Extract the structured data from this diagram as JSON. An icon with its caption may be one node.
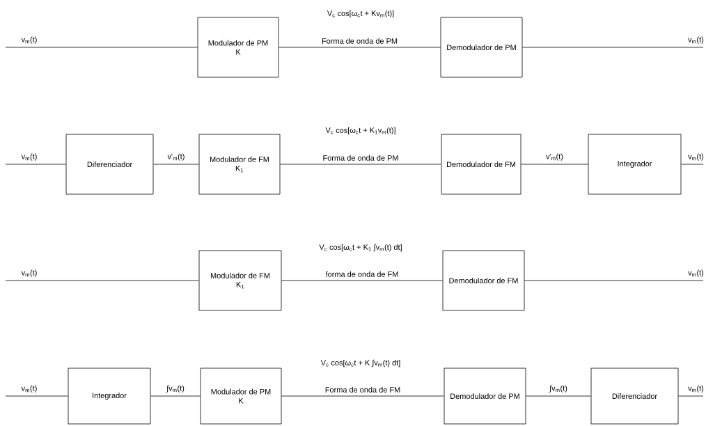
{
  "diagram": {
    "nodes": [
      {
        "text": [
          "Modulador de PM",
          "K"
        ]
      },
      {
        "text": [
          "Demodulador de PM"
        ]
      },
      {
        "text": [
          "Diferenciador"
        ]
      },
      {
        "text": [
          "Modulador de FM",
          "K$_{1}$"
        ]
      },
      {
        "text": [
          "Demodulador de FM"
        ]
      },
      {
        "text": [
          "Integrador"
        ]
      },
      {
        "text": [
          "Modulador de FM",
          "K$_{1}$"
        ]
      },
      {
        "text": [
          "Demodulador de FM"
        ]
      },
      {
        "text": [
          "Integrador"
        ]
      },
      {
        "text": [
          "Modulador de PM",
          "K"
        ]
      },
      {
        "text": [
          "Demodulador de PM"
        ]
      },
      {
        "text": [
          "Diferenciador"
        ]
      }
    ],
    "edges": [
      {
        "from": null,
        "to": 0,
        "arrow": "none",
        "label": "v$_{m}$(t)"
      },
      {
        "from": 0,
        "to": 1,
        "arrow": "none",
        "label": "Forma de onda de PM"
      },
      {
        "from": 1,
        "to": null,
        "arrow": "none",
        "label": "v$_{m}$(t)"
      },
      {
        "from": null,
        "to": 2,
        "arrow": "none",
        "label": "v$_{m}$(t)"
      },
      {
        "from": 2,
        "to": 3,
        "arrow": "none",
        "label": "v'$_{m}$(t)"
      },
      {
        "from": 3,
        "to": 4,
        "arrow": "none",
        "label": "Forma de onda de PM"
      },
      {
        "from": 4,
        "to": 5,
        "arrow": "none",
        "label": "v'$_{m}$(t)"
      },
      {
        "from": 5,
        "to": null,
        "arrow": "none",
        "label": "v$_{m}$(t)"
      },
      {
        "from": null,
        "to": 6,
        "arrow": "none",
        "label": "v$_{m}$(t)"
      },
      {
        "from": 6,
        "to": 7,
        "arrow": "none",
        "label": "forma de onda de FM"
      },
      {
        "from": 7,
        "to": null,
        "arrow": "none",
        "label": "v$_{m}$(t)"
      },
      {
        "from": null,
        "to": 8,
        "arrow": "none",
        "label": "v$_{m}$(t)"
      },
      {
        "from": 8,
        "to": 9,
        "arrow": "none",
        "label": "∫v$_{m}$(t)"
      },
      {
        "from": 9,
        "to": 10,
        "arrow": "none",
        "label": "Forma de onda de FM"
      },
      {
        "from": 10,
        "to": 11,
        "arrow": "none",
        "label": "∫v$_{m}$(t)"
      },
      {
        "from": 11,
        "to": null,
        "arrow": "none",
        "label": "v$_{m}$(t)"
      }
    ],
    "labels": [
      "V$_{c}$ cos[ω$_{c}$t + Kv$_{m}$(t)]",
      "V$_{c}$ cos[ω$_{c}$t + K$_{1}$v$_{m}$(t)]",
      "V$_{c}$ cos[ω$_{c}$t + K$_{1}$ ∫v$_{m}$(t) dt]",
      "V$_{c}$ cos[ω$_{c}$t + K ∫v$_{m}$(t) dt]"
    ]
  }
}
